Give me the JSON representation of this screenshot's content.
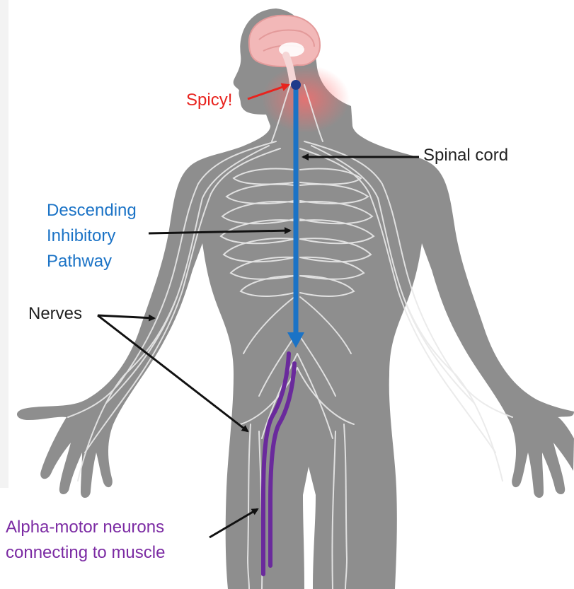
{
  "labels": {
    "spicy": "Spicy!",
    "spinal_cord": "Spinal cord",
    "descending": [
      "Descending",
      "Inhibitory",
      "Pathway"
    ],
    "nerves": "Nerves",
    "alpha_motor": [
      "Alpha-motor neurons",
      "connecting to muscle"
    ]
  },
  "colors": {
    "body": "#8e8e8e",
    "nerve": "#e9e9e9",
    "brain": "#f2b8b8",
    "spicy_text": "#e8231e",
    "pathway": "#1b73c6",
    "motor_neuron": "#6a2a9c",
    "arrow": "#111111",
    "text": "#222222"
  }
}
